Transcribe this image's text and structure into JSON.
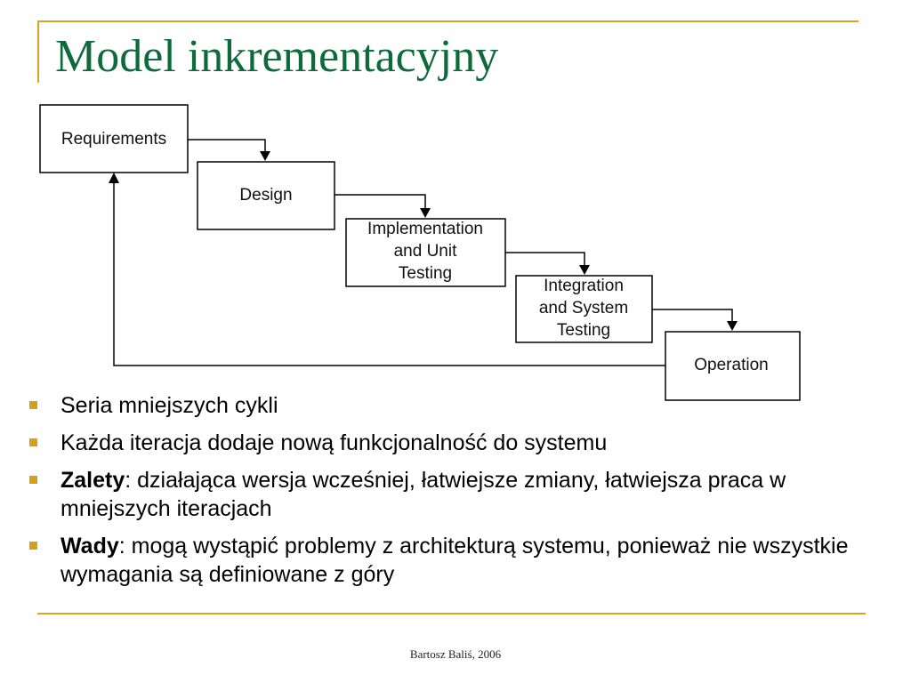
{
  "slide": {
    "title": "Model inkrementacyjny",
    "footer": "Bartosz Baliś, 2006",
    "accent_color": "#d9a520",
    "title_color": "#0e6a3a"
  },
  "diagram": {
    "stages": [
      {
        "lines": [
          "Requirements"
        ]
      },
      {
        "lines": [
          "Design"
        ]
      },
      {
        "lines": [
          "Implementation",
          "and Unit",
          "Testing"
        ]
      },
      {
        "lines": [
          "Integration",
          "and System",
          "Testing"
        ]
      },
      {
        "lines": [
          "Operation"
        ]
      }
    ]
  },
  "bullets": [
    {
      "bold": "",
      "text": "Seria mniejszych cykli"
    },
    {
      "bold": "",
      "text": "Każda iteracja dodaje nową funkcjonalność do systemu"
    },
    {
      "bold": "Zalety",
      "text": ": działająca wersja wcześniej, łatwiejsze zmiany, łatwiejsza praca w mniejszych iteracjach"
    },
    {
      "bold": "Wady",
      "text": ": mogą wystąpić problemy z architekturą systemu, ponieważ nie wszystkie wymagania są definiowane z góry"
    }
  ]
}
